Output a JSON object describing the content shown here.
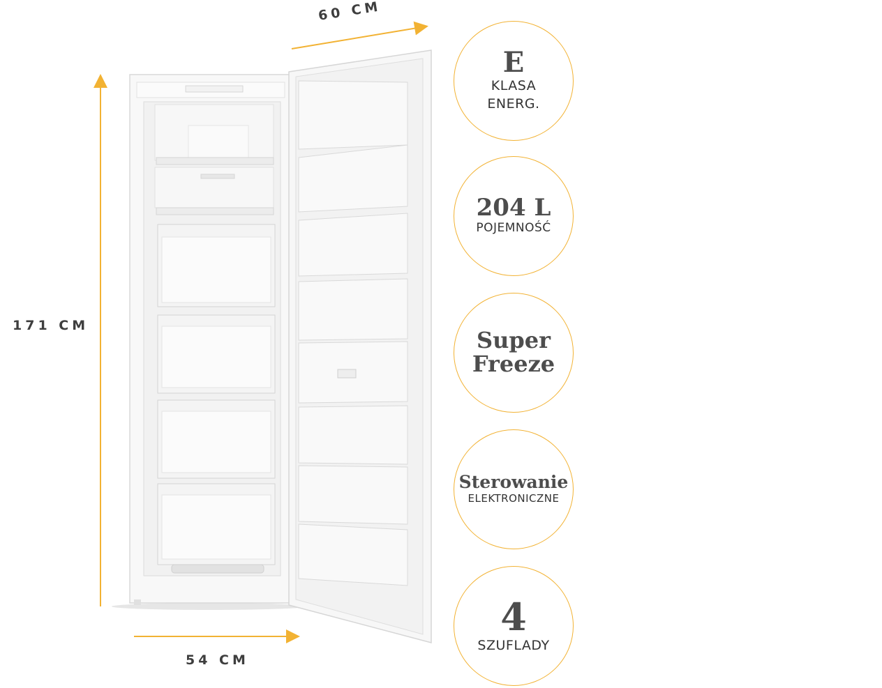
{
  "dimensions": {
    "depth": "60 CM",
    "height": "171 CM",
    "width": "54 CM"
  },
  "accent_color": "#f2b233",
  "badges": [
    {
      "value": "E",
      "label": "KLASA ENERG."
    },
    {
      "value": "204 L",
      "label": "POJEMNOŚĆ"
    },
    {
      "value": "Super Freeze",
      "label": ""
    },
    {
      "value": "Sterowanie",
      "label": "ELEKTRONICZNE"
    },
    {
      "value": "4",
      "label": "SZUFLADY"
    }
  ]
}
